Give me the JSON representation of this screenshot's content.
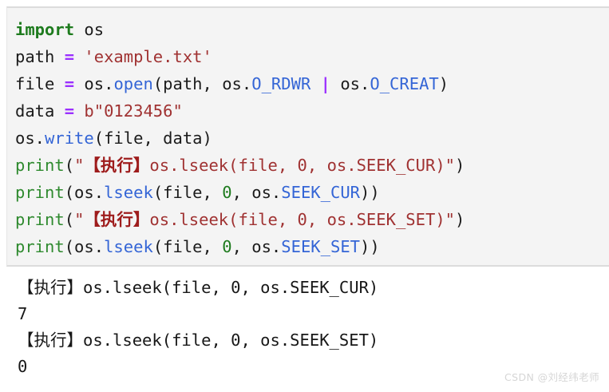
{
  "code_block": {
    "language": "python",
    "background_color": "#f4f4f4",
    "lines": [
      {
        "id": "line-1",
        "plain": "import os",
        "tokens": [
          {
            "t": "import",
            "c": "tok-kw"
          },
          {
            "t": " os",
            "c": "tok-plain"
          }
        ]
      },
      {
        "id": "line-2",
        "plain": "path = 'example.txt'",
        "tokens": [
          {
            "t": "path ",
            "c": "tok-plain"
          },
          {
            "t": "=",
            "c": "tok-op"
          },
          {
            "t": " ",
            "c": "tok-plain"
          },
          {
            "t": "'example.txt'",
            "c": "tok-str"
          }
        ]
      },
      {
        "id": "line-3",
        "plain": "file = os.open(path, os.O_RDWR | os.O_CREAT)",
        "tokens": [
          {
            "t": "file ",
            "c": "tok-plain"
          },
          {
            "t": "=",
            "c": "tok-op"
          },
          {
            "t": " os.",
            "c": "tok-plain"
          },
          {
            "t": "open",
            "c": "tok-fn"
          },
          {
            "t": "(path, os.",
            "c": "tok-plain"
          },
          {
            "t": "O_RDWR",
            "c": "tok-const"
          },
          {
            "t": " ",
            "c": "tok-plain"
          },
          {
            "t": "|",
            "c": "tok-op"
          },
          {
            "t": " os.",
            "c": "tok-plain"
          },
          {
            "t": "O_CREAT",
            "c": "tok-const"
          },
          {
            "t": ")",
            "c": "tok-plain"
          }
        ]
      },
      {
        "id": "line-4",
        "plain": "data = b\"0123456\"",
        "tokens": [
          {
            "t": "data ",
            "c": "tok-plain"
          },
          {
            "t": "=",
            "c": "tok-op"
          },
          {
            "t": " ",
            "c": "tok-plain"
          },
          {
            "t": "b\"0123456\"",
            "c": "tok-str"
          }
        ]
      },
      {
        "id": "line-5",
        "plain": "os.write(file, data)",
        "tokens": [
          {
            "t": "os.",
            "c": "tok-plain"
          },
          {
            "t": "write",
            "c": "tok-fn"
          },
          {
            "t": "(file, data)",
            "c": "tok-plain"
          }
        ]
      },
      {
        "id": "line-6",
        "plain": "print(\"【执行】os.lseek(file, 0, os.SEEK_CUR)\")",
        "tokens": [
          {
            "t": "print",
            "c": "tok-builtin"
          },
          {
            "t": "(",
            "c": "tok-plain"
          },
          {
            "t": "\"",
            "c": "tok-str"
          },
          {
            "t": "【执行】",
            "c": "tok-strdark"
          },
          {
            "t": "os.lseek(file, 0, os.SEEK_CUR)\"",
            "c": "tok-str"
          },
          {
            "t": ")",
            "c": "tok-plain"
          }
        ]
      },
      {
        "id": "line-7",
        "plain": "print(os.lseek(file, 0, os.SEEK_CUR))",
        "tokens": [
          {
            "t": "print",
            "c": "tok-builtin"
          },
          {
            "t": "(os.",
            "c": "tok-plain"
          },
          {
            "t": "lseek",
            "c": "tok-fn"
          },
          {
            "t": "(file, ",
            "c": "tok-plain"
          },
          {
            "t": "0",
            "c": "tok-num"
          },
          {
            "t": ", os.",
            "c": "tok-plain"
          },
          {
            "t": "SEEK_CUR",
            "c": "tok-const"
          },
          {
            "t": "))",
            "c": "tok-plain"
          }
        ]
      },
      {
        "id": "line-8",
        "plain": "print(\"【执行】os.lseek(file, 0, os.SEEK_SET)\")",
        "tokens": [
          {
            "t": "print",
            "c": "tok-builtin"
          },
          {
            "t": "(",
            "c": "tok-plain"
          },
          {
            "t": "\"",
            "c": "tok-str"
          },
          {
            "t": "【执行】",
            "c": "tok-strdark"
          },
          {
            "t": "os.lseek(file, 0, os.SEEK_SET)\"",
            "c": "tok-str"
          },
          {
            "t": ")",
            "c": "tok-plain"
          }
        ]
      },
      {
        "id": "line-9",
        "plain": "print(os.lseek(file, 0, os.SEEK_SET))",
        "tokens": [
          {
            "t": "print",
            "c": "tok-builtin"
          },
          {
            "t": "(os.",
            "c": "tok-plain"
          },
          {
            "t": "lseek",
            "c": "tok-fn"
          },
          {
            "t": "(file, ",
            "c": "tok-plain"
          },
          {
            "t": "0",
            "c": "tok-num"
          },
          {
            "t": ", os.",
            "c": "tok-plain"
          },
          {
            "t": "SEEK_SET",
            "c": "tok-const"
          },
          {
            "t": "))",
            "c": "tok-plain"
          }
        ]
      }
    ]
  },
  "output_block": {
    "background_color": "#ffffff",
    "lines": [
      {
        "id": "out-1",
        "text": "【执行】os.lseek(file, 0, os.SEEK_CUR)",
        "indent": true
      },
      {
        "id": "out-2",
        "text": "7",
        "indent": false
      },
      {
        "id": "out-3",
        "text": "【执行】os.lseek(file, 0, os.SEEK_SET)",
        "indent": true
      },
      {
        "id": "out-4",
        "text": "0",
        "indent": false
      }
    ]
  },
  "watermark": {
    "text": "CSDN @刘经纬老师",
    "color": "#d6d6d6"
  },
  "colors": {
    "keyword": "#1e7b1e",
    "operator": "#9b30ff",
    "string": "#a03232",
    "string_emphasis": "#9e1c1c",
    "function": "#3465d6",
    "constant": "#3465d6",
    "number": "#1e7b1e",
    "builtin": "#2f8a2f",
    "code_background": "#f4f4f4",
    "code_border": "#dcdcdc",
    "text": "#1b1b1b"
  }
}
